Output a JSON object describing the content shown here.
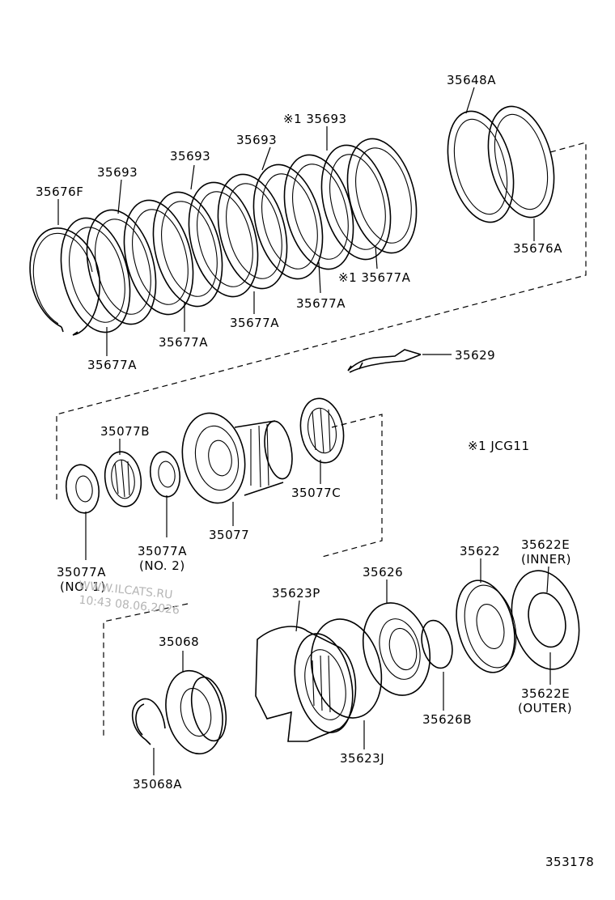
{
  "diagram": {
    "parts": {
      "p35648A": "35648A",
      "p35693_note": "※1 35693",
      "p35693_a": "35693",
      "p35693_b": "35693",
      "p35693_c": "35693",
      "p35676F": "35676F",
      "p35676A": "35676A",
      "p35677A_note": "※1 35677A",
      "p35677A_a": "35677A",
      "p35677A_b": "35677A",
      "p35677A_c": "35677A",
      "p35677A_d": "35677A",
      "p35629": "35629",
      "p35077B": "35077B",
      "p35077C": "35077C",
      "p35077": "35077",
      "p35077A_no2": "35077A",
      "p35077A_no2_sub": "(NO. 2)",
      "p35077A_no1": "35077A",
      "p35077A_no1_sub": "(NO. 1)",
      "p35623P": "35623P",
      "p35626": "35626",
      "p35622": "35622",
      "p35622E_inner": "35622E",
      "p35622E_inner_sub": "(INNER)",
      "p35622E_outer": "35622E",
      "p35622E_outer_sub": "(OUTER)",
      "p35626B": "35626B",
      "p35623J": "35623J",
      "p35068": "35068",
      "p35068A": "35068A"
    },
    "note": "※1 JCG11",
    "figure_number": "353178",
    "watermark_url": "WWW.ILCATS.RU",
    "watermark_time": "10:43 08.06.2026"
  }
}
